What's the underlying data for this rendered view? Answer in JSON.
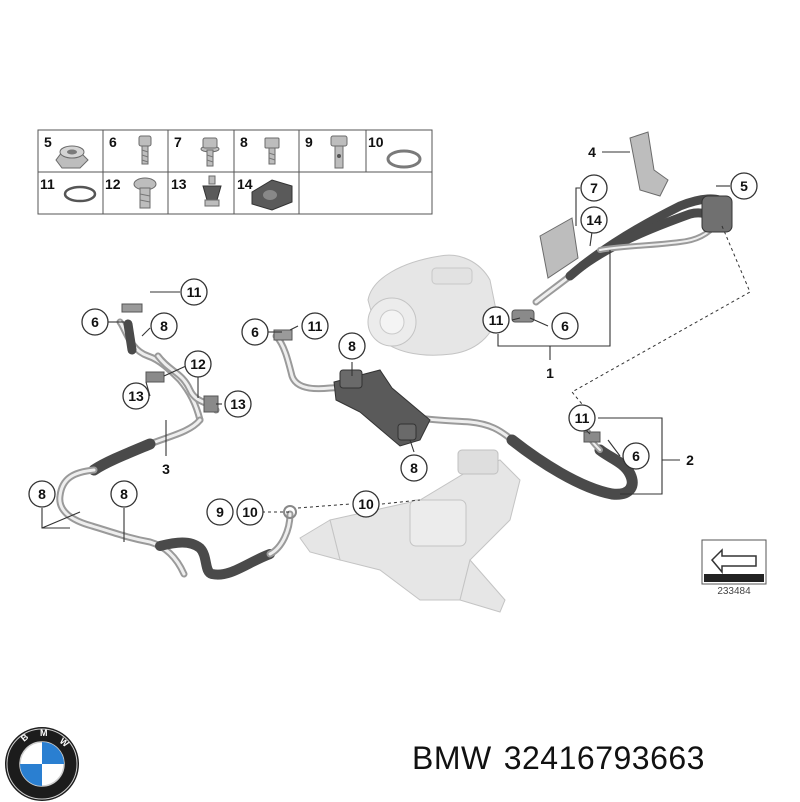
{
  "legend": {
    "row1": [
      {
        "num": "5",
        "icon": "nut-icon"
      },
      {
        "num": "6",
        "icon": "bolt-icon"
      },
      {
        "num": "7",
        "icon": "flange-bolt-icon"
      },
      {
        "num": "8",
        "icon": "hex-bolt-icon"
      },
      {
        "num": "9",
        "icon": "banjo-bolt-icon"
      },
      {
        "num": "10",
        "icon": "sealing-ring-icon"
      }
    ],
    "row2": [
      {
        "num": "11",
        "icon": "o-ring-icon"
      },
      {
        "num": "12",
        "icon": "collar-bolt-icon"
      },
      {
        "num": "13",
        "icon": "rubber-mount-icon"
      },
      {
        "num": "14",
        "icon": "bushing-icon"
      }
    ]
  },
  "callouts": {
    "c11_left": "11",
    "c6_left": "6",
    "c8_left_top": "8",
    "c12_left": "12",
    "c13_left_a": "13",
    "c13_left_b": "13",
    "c8_left_low": "8",
    "c8_left_low2": "8",
    "c9_bottom": "9",
    "c10_bottom": "10",
    "c10_mid": "10",
    "c6_mid": "6",
    "c11_mid": "11",
    "c8_mid_top": "8",
    "c8_mid_low": "8",
    "c11_pump": "11",
    "c6_pump": "6",
    "c7_top": "7",
    "c14_top": "14",
    "c5_top": "5",
    "c11_right": "11",
    "c6_right": "6"
  },
  "plain_labels": {
    "l1": "1",
    "l2": "2",
    "l3": "3",
    "l4": "4"
  },
  "diagram_number": "233484",
  "brand": "BMW",
  "part_number": "32416793663",
  "colors": {
    "hose": "#4a4a4a",
    "pipe": "#9a9a9a",
    "ghost_parts": "#e6e6e6",
    "logo_blue": "#2a7fd1"
  }
}
